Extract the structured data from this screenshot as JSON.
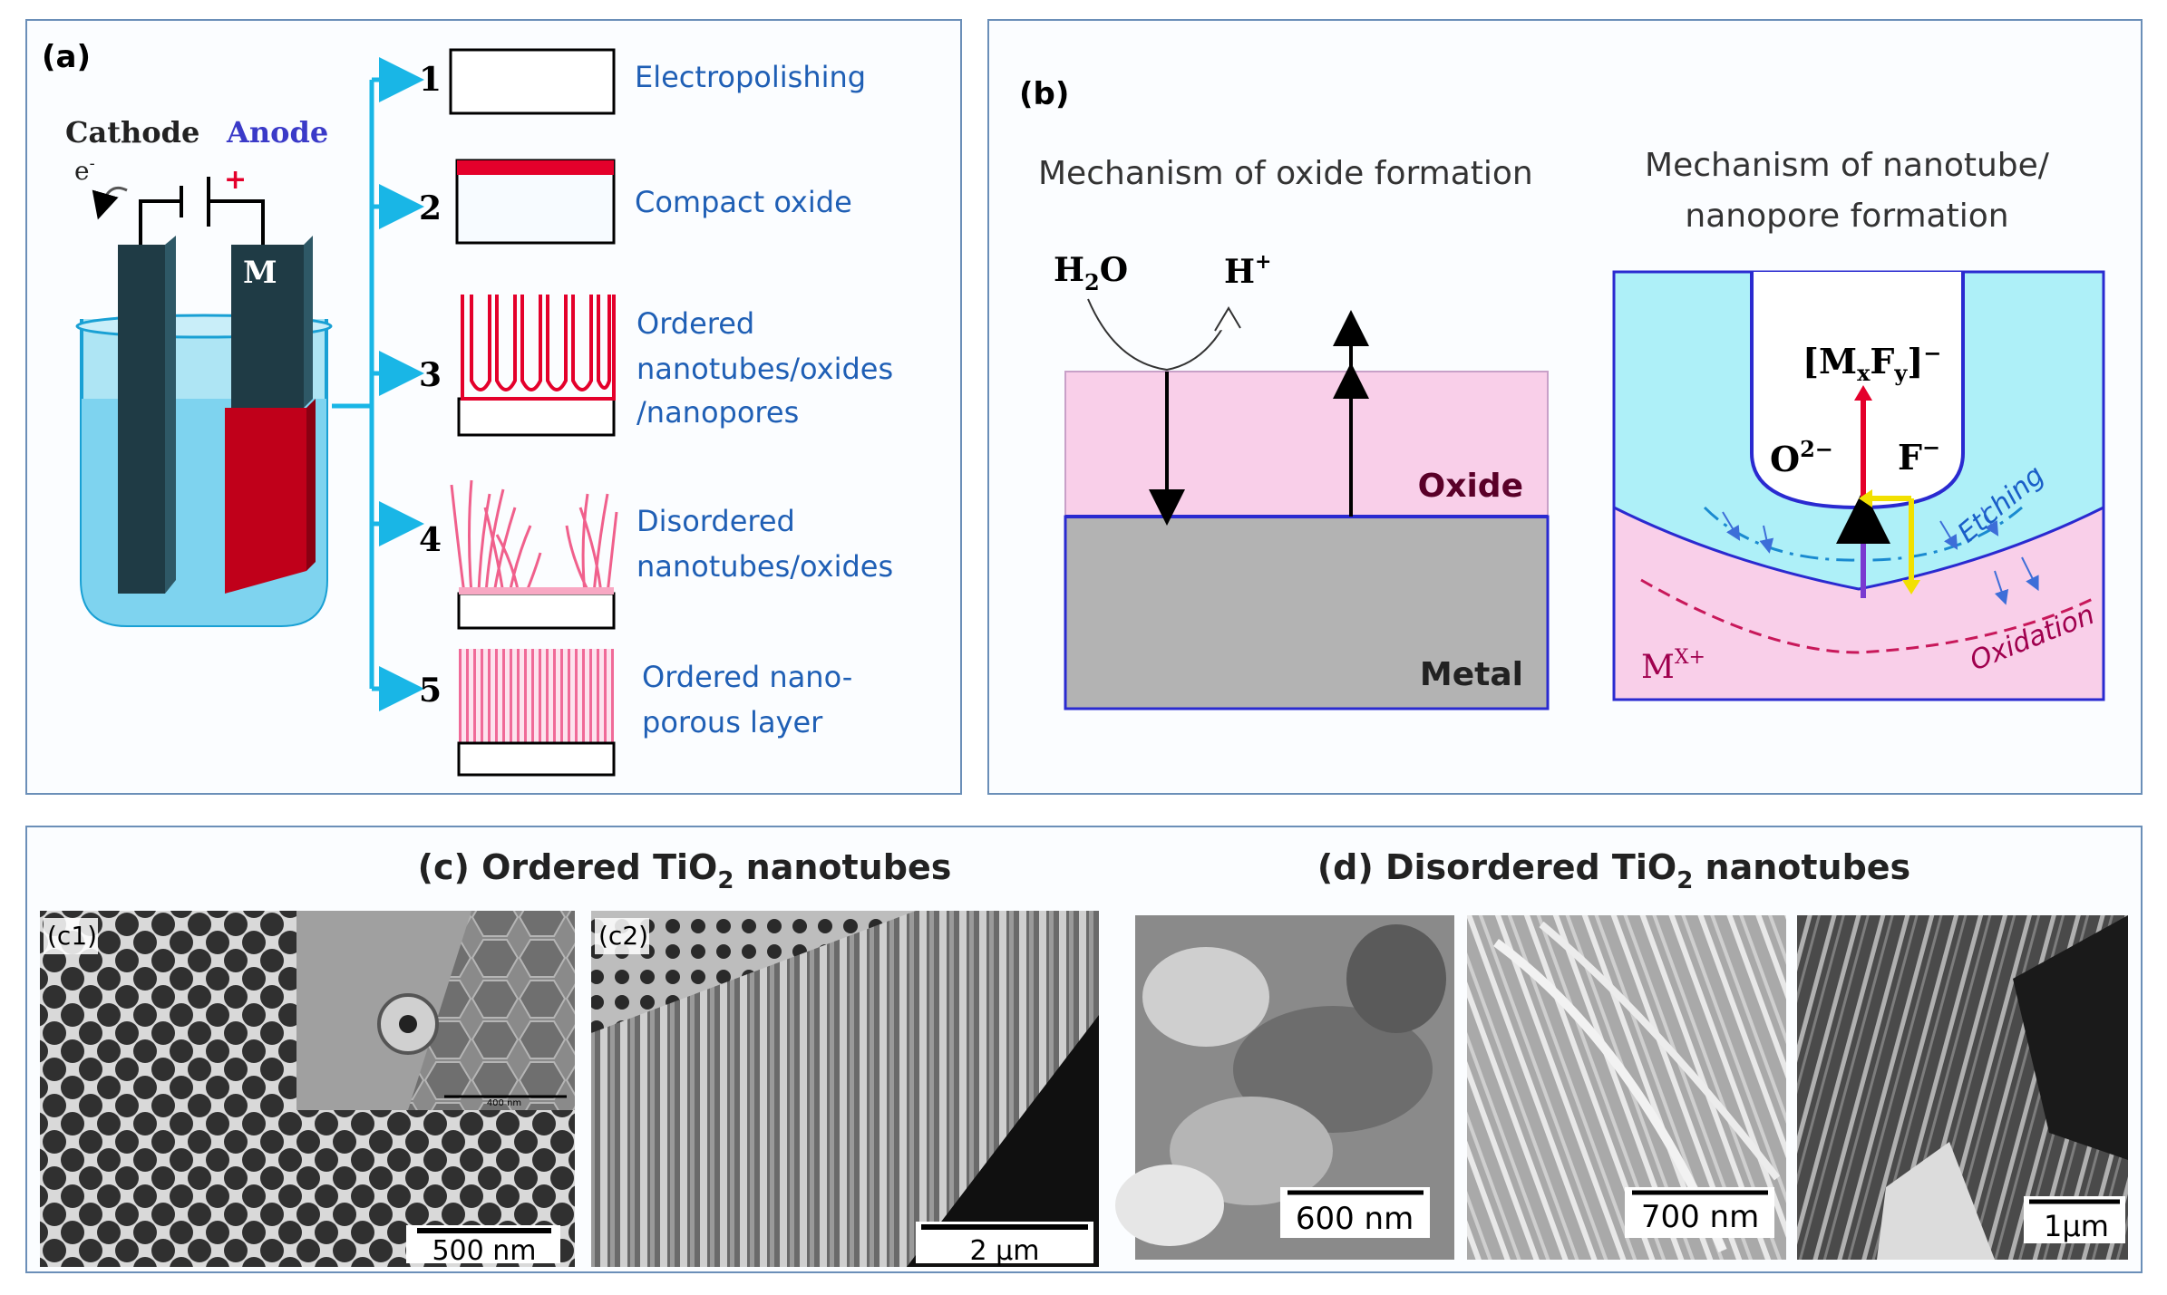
{
  "panel_a": {
    "label": "(a)",
    "cathode": "Cathode",
    "anode": "Anode",
    "electron": "e",
    "electron_sup": "-",
    "plus": "+",
    "metal": "M",
    "steps": [
      {
        "num": "1",
        "lines": [
          "Electropolishing"
        ]
      },
      {
        "num": "2",
        "lines": [
          "Compact oxide"
        ]
      },
      {
        "num": "3",
        "lines": [
          "Ordered",
          "nanotubes/oxides",
          "/nanopores"
        ]
      },
      {
        "num": "4",
        "lines": [
          "Disordered",
          "nanotubes/oxides"
        ]
      },
      {
        "num": "5",
        "lines": [
          "Ordered nano-",
          "porous layer"
        ]
      }
    ]
  },
  "panel_b": {
    "label": "(b)",
    "oxide_title": "Mechanism of oxide formation",
    "nanotube_title_1": "Mechanism of nanotube/",
    "nanotube_title_2": "nanopore formation",
    "h2o": "H",
    "h2o_sub": "2",
    "h2o_o": "O",
    "hplus": "H",
    "hplus_sup": "+",
    "oxide": "Oxide",
    "metal": "Metal",
    "complex_m": "M",
    "complex_x": "x",
    "complex_f": "F",
    "complex_y": "y",
    "complex_charge": "−",
    "o2": "O",
    "o2_sup": "2−",
    "f": "F",
    "f_sup": "−",
    "mx": "M",
    "mx_sup": "X+",
    "etching": "Etching",
    "oxidation": "Oxidation"
  },
  "panel_c": {
    "title_pre": "(c) Ordered TiO",
    "title_sub": "2",
    "title_post": " nanotubes",
    "c1": "(c1)",
    "c2": "(c2)",
    "scale_c1": "500 nm",
    "scale_c2": "2 µm",
    "inset_scale": "400 nm"
  },
  "panel_d": {
    "title_pre": "(d) Disordered TiO",
    "title_sub": "2",
    "title_post": " nanotubes",
    "scale_1": "600 nm",
    "scale_2": "700 nm",
    "scale_3": "1µm"
  },
  "colors": {
    "blue_text": "#1f5fb5",
    "cyan_arrow": "#19b6e6",
    "oxide_pink": "#f9cfe9",
    "metal_gray": "#b3b3b3",
    "electrolyte": "#aee5f4",
    "anode_red": "#c0001a",
    "electrode_dark": "#1f3b45"
  }
}
